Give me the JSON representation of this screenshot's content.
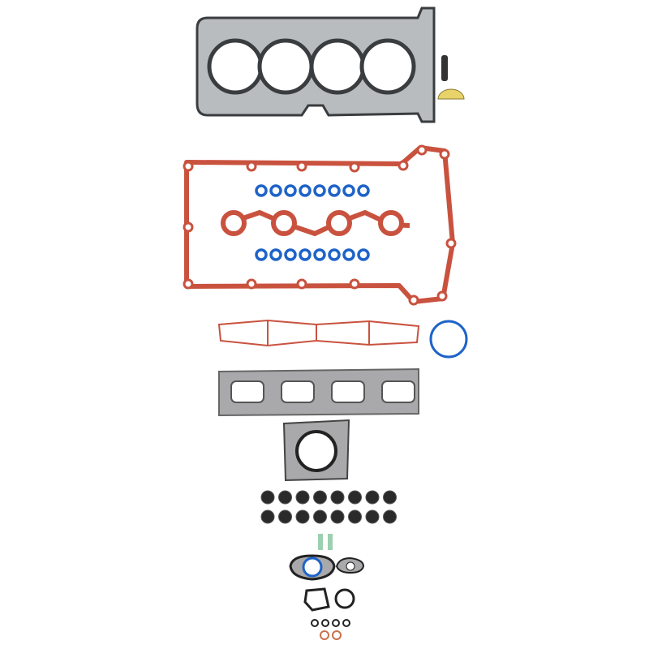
{
  "colors": {
    "background": "#ffffff",
    "metal_gasket": "#b9bcbf",
    "metal_dark": "#3a3d40",
    "red_gasket": "#c9523f",
    "blue_oring": "#1e63c8",
    "exhaust_gasket": "#a9a9ab",
    "black_seal": "#2a2a2a",
    "yellow_part": "#e8d36a"
  },
  "counts": {
    "cylinders": 4,
    "spark_plug_tube_seals_per_row": 8,
    "valve_stem_seals_per_row": 8,
    "exhaust_ports": 4
  }
}
